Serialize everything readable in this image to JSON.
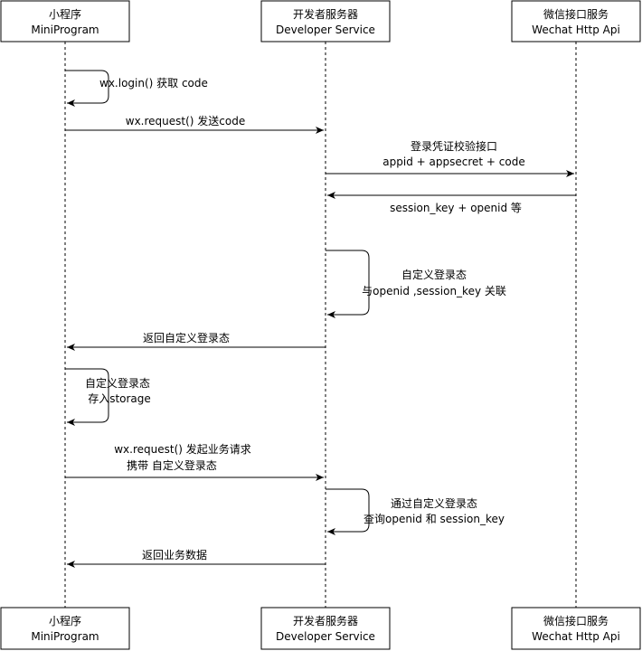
{
  "participants": [
    {
      "line1": "小程序",
      "line2": "MiniProgram"
    },
    {
      "line1": "开发者服务器",
      "line2": "Developer Service"
    },
    {
      "line1": "微信接口服务",
      "line2": "Wechat Http Api"
    }
  ],
  "messages": {
    "login": "wx.login() 获取 code",
    "send_code": "wx.request() 发送code",
    "verify_l1": "登录凭证校验接口",
    "verify_l2": "appid + appsecret + code",
    "session_return": "session_key + openid 等",
    "custom_state_l1": "自定义登录态",
    "custom_state_l2": "与openid ,session_key 关联",
    "return_state": "返回自定义登录态",
    "store_l1": "自定义登录态",
    "store_l2": "存入storage",
    "biz_req_l1": "wx.request() 发起业务请求",
    "biz_req_l2": "携带 自定义登录态",
    "query_l1": "通过自定义登录态",
    "query_l2": "查询openid 和 session_key",
    "return_data": "返回业务数据"
  }
}
